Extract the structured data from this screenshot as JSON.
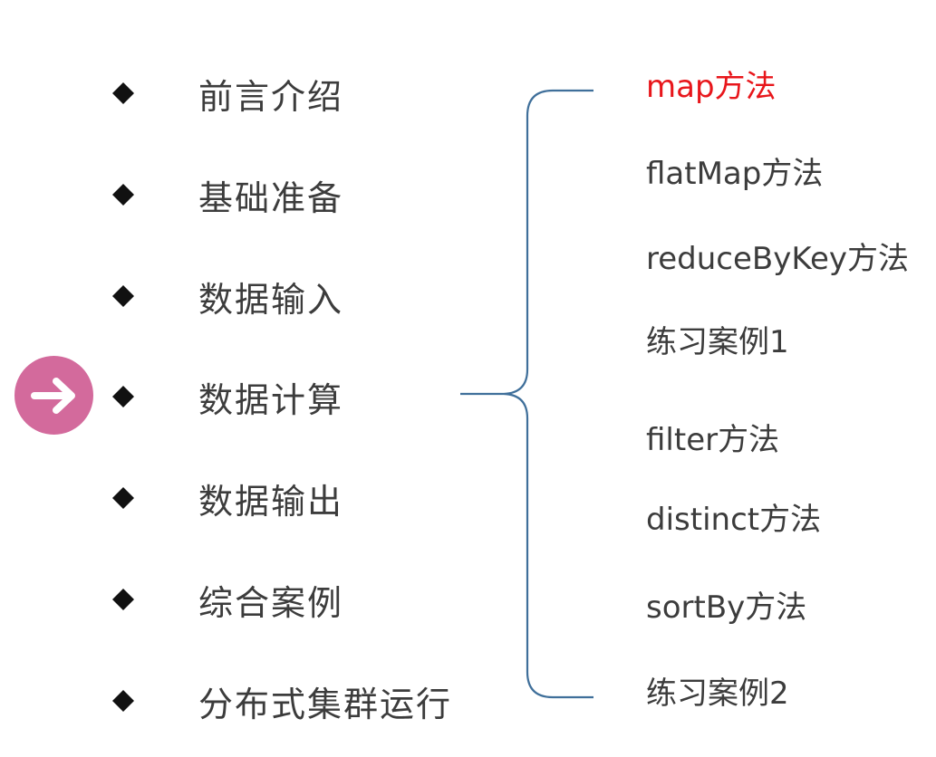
{
  "outline": {
    "items": [
      {
        "label": "前言介绍",
        "current": false
      },
      {
        "label": "基础准备",
        "current": false
      },
      {
        "label": "数据输入",
        "current": false
      },
      {
        "label": "数据计算",
        "current": true
      },
      {
        "label": "数据输出",
        "current": false
      },
      {
        "label": "综合案例",
        "current": false
      },
      {
        "label": "分布式集群运行",
        "current": false
      }
    ],
    "bullet_icon": "diamond-bullet-icon",
    "current_marker_icon": "arrow-right-icon",
    "current_marker_color": "#d36a9c"
  },
  "methods": {
    "items": [
      {
        "label": "map方法",
        "active": true
      },
      {
        "label": "flatMap方法",
        "active": false
      },
      {
        "label": "reduceByKey方法",
        "active": false
      },
      {
        "label": "练习案例1",
        "active": false
      },
      {
        "label": "filter方法",
        "active": false
      },
      {
        "label": "distinct方法",
        "active": false
      },
      {
        "label": "sortBy方法",
        "active": false
      },
      {
        "label": "练习案例2",
        "active": false
      }
    ],
    "active_color": "#e8161b",
    "brace_color": "#3f6f9a"
  }
}
